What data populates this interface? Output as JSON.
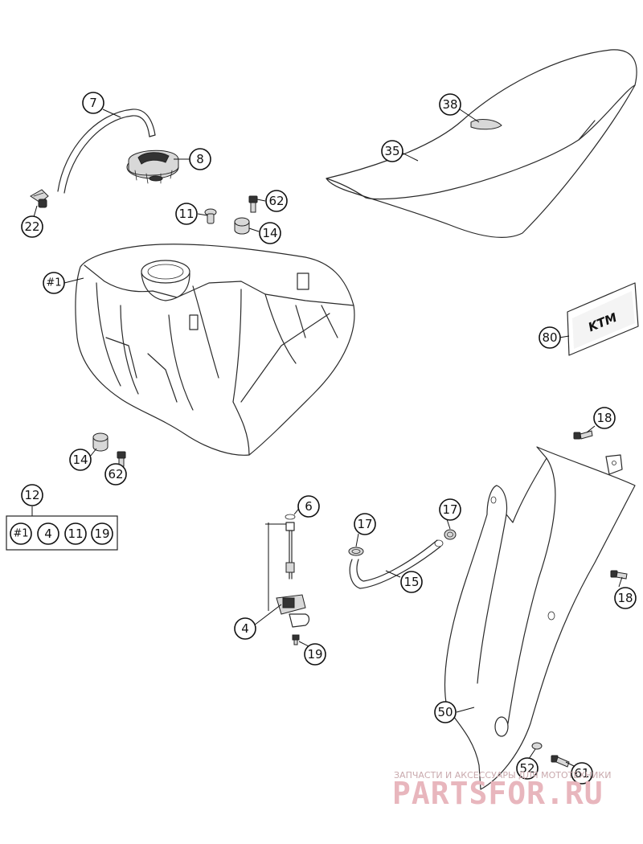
{
  "callouts": {
    "c7": "7",
    "c8": "8",
    "c22": "22",
    "c38": "38",
    "c35": "35",
    "c11a": "11",
    "c62a": "62",
    "c14a": "14",
    "c1": "#1",
    "c80": "80",
    "c14b": "14",
    "c62b": "62",
    "c18a": "18",
    "c12": "12",
    "kit_items": [
      "#1",
      "4",
      "11",
      "19"
    ],
    "c6": "6",
    "c17a": "17",
    "c17b": "17",
    "c15": "15",
    "c18b": "18",
    "c4": "4",
    "c19": "19",
    "c50": "50",
    "c52": "52",
    "c61": "61"
  },
  "decal": {
    "logo_text": "KTM"
  },
  "watermark": {
    "top_text": "ЗАПЧАСТИ И АКСЕССУАРЫ ДЛЯ МОТОТЕХНИКИ",
    "main_text": "PARTSFOR.RU"
  }
}
